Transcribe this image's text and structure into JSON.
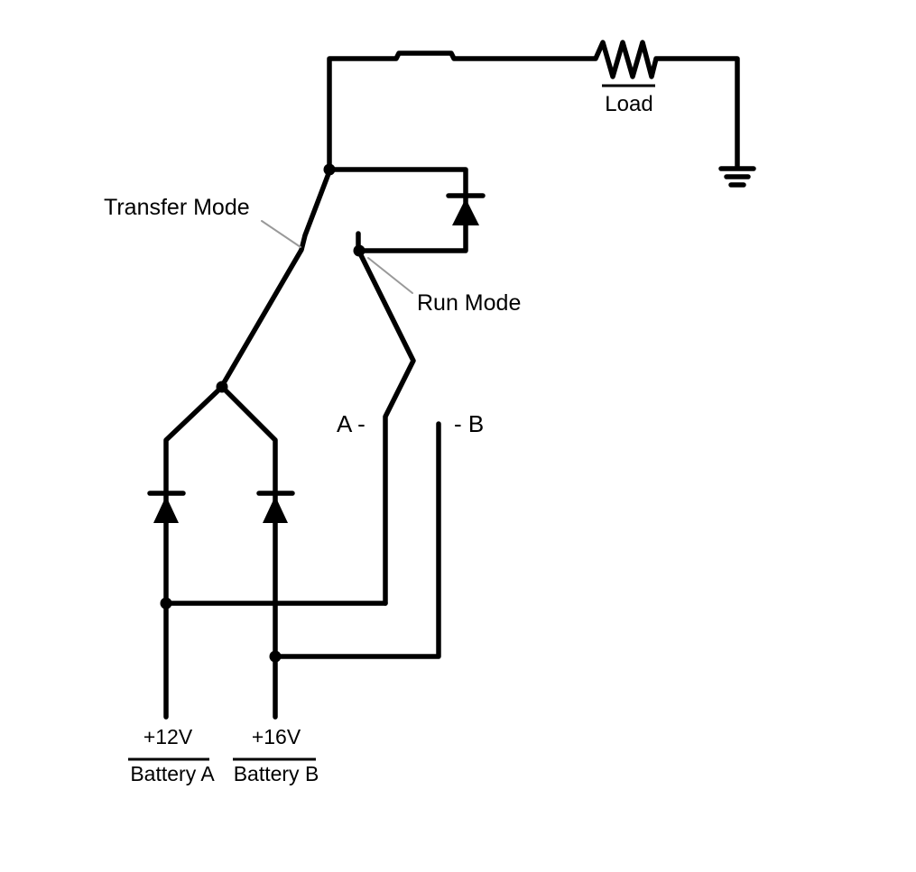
{
  "diagram": {
    "kind": "circuit-schematic",
    "components_depicted": [
      "load resistor",
      "earth ground",
      "SPDT selector switch (Transfer Mode / Run Mode)",
      "three diodes pointing up",
      "battery A source",
      "battery B source"
    ]
  },
  "colors": {
    "background": "#ffffff",
    "wire": "#000000",
    "text": "#000000",
    "pointer": "#999999"
  },
  "labels": {
    "load": "Load",
    "transfer_mode": "Transfer Mode",
    "run_mode": "Run Mode",
    "terminal_a": "A -",
    "terminal_b": "- B",
    "battery_a_voltage": "+12V",
    "battery_a_name": "Battery A",
    "battery_b_voltage": "+16V",
    "battery_b_name": "Battery B"
  }
}
